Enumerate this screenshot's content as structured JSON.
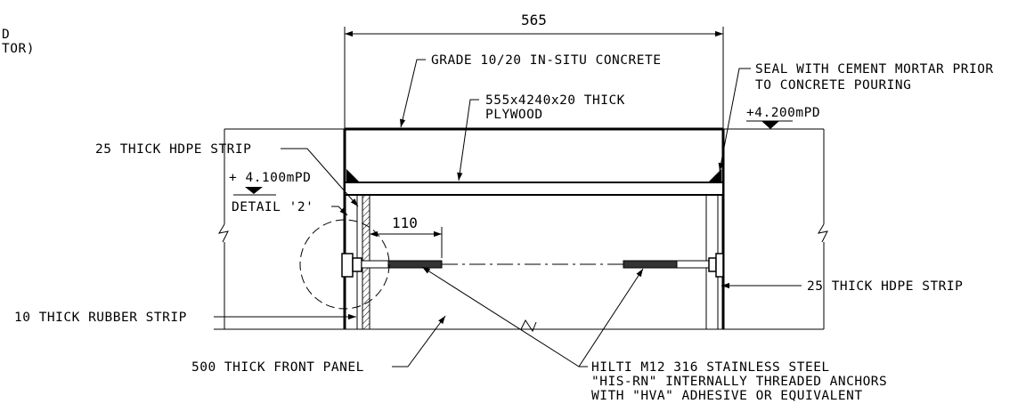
{
  "labels": {
    "corner_top": "D",
    "corner_bottom": "TOR)",
    "dim_top": "565",
    "concrete": "GRADE 10/20 IN-SITU CONCRETE",
    "seal_line1": "SEAL WITH CEMENT MORTAR PRIOR",
    "seal_line2": "TO CONCRETE POURING",
    "level_right": "+4.200mPD",
    "plywood_line1": "555x4240x20 THICK",
    "plywood_line2": "PLYWOOD",
    "hdpe_left": "25 THICK HDPE STRIP",
    "level_left": "+ 4.100mPD",
    "detail": "DETAIL '2'",
    "dim_110": "110",
    "hdpe_right": "25 THICK HDPE STRIP",
    "rubber": "10 THICK RUBBER STRIP",
    "front_panel": "500 THICK FRONT PANEL",
    "anchor_line1": "HILTI M12 316 STAINLESS STEEL",
    "anchor_line2": "\"HIS-RN\" INTERNALLY THREADED ANCHORS",
    "anchor_line3": "WITH \"HVA\" ADHESIVE OR EQUIVALENT"
  }
}
